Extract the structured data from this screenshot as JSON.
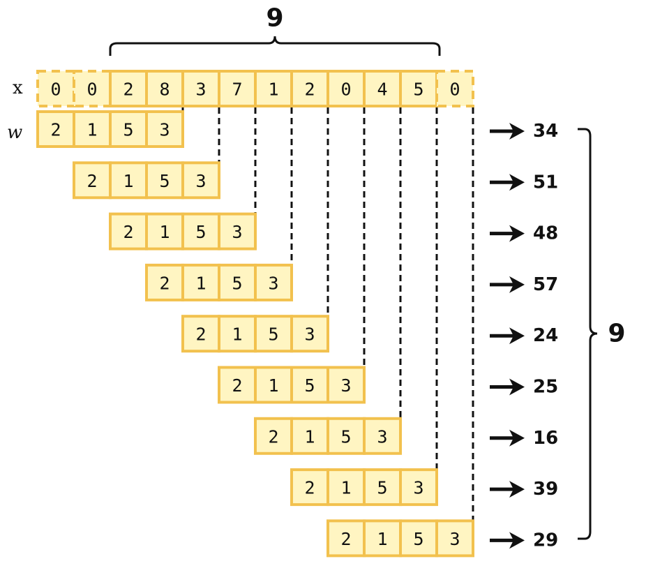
{
  "labels": {
    "x": "x",
    "w": "w"
  },
  "x_row": [
    "0",
    "0",
    "2",
    "8",
    "3",
    "7",
    "1",
    "2",
    "0",
    "4",
    "5",
    "0"
  ],
  "padding_flags": [
    true,
    true,
    false,
    false,
    false,
    false,
    false,
    false,
    false,
    false,
    false,
    true
  ],
  "kernel": [
    "2",
    "1",
    "5",
    "3"
  ],
  "outputs": [
    "34",
    "51",
    "48",
    "57",
    "24",
    "25",
    "16",
    "39",
    "29"
  ],
  "input_length_label": "9",
  "output_length_label": "9",
  "colors": {
    "cell_fill": "#fff5c2",
    "cell_border": "#f2c14e",
    "ink": "#111111"
  }
}
